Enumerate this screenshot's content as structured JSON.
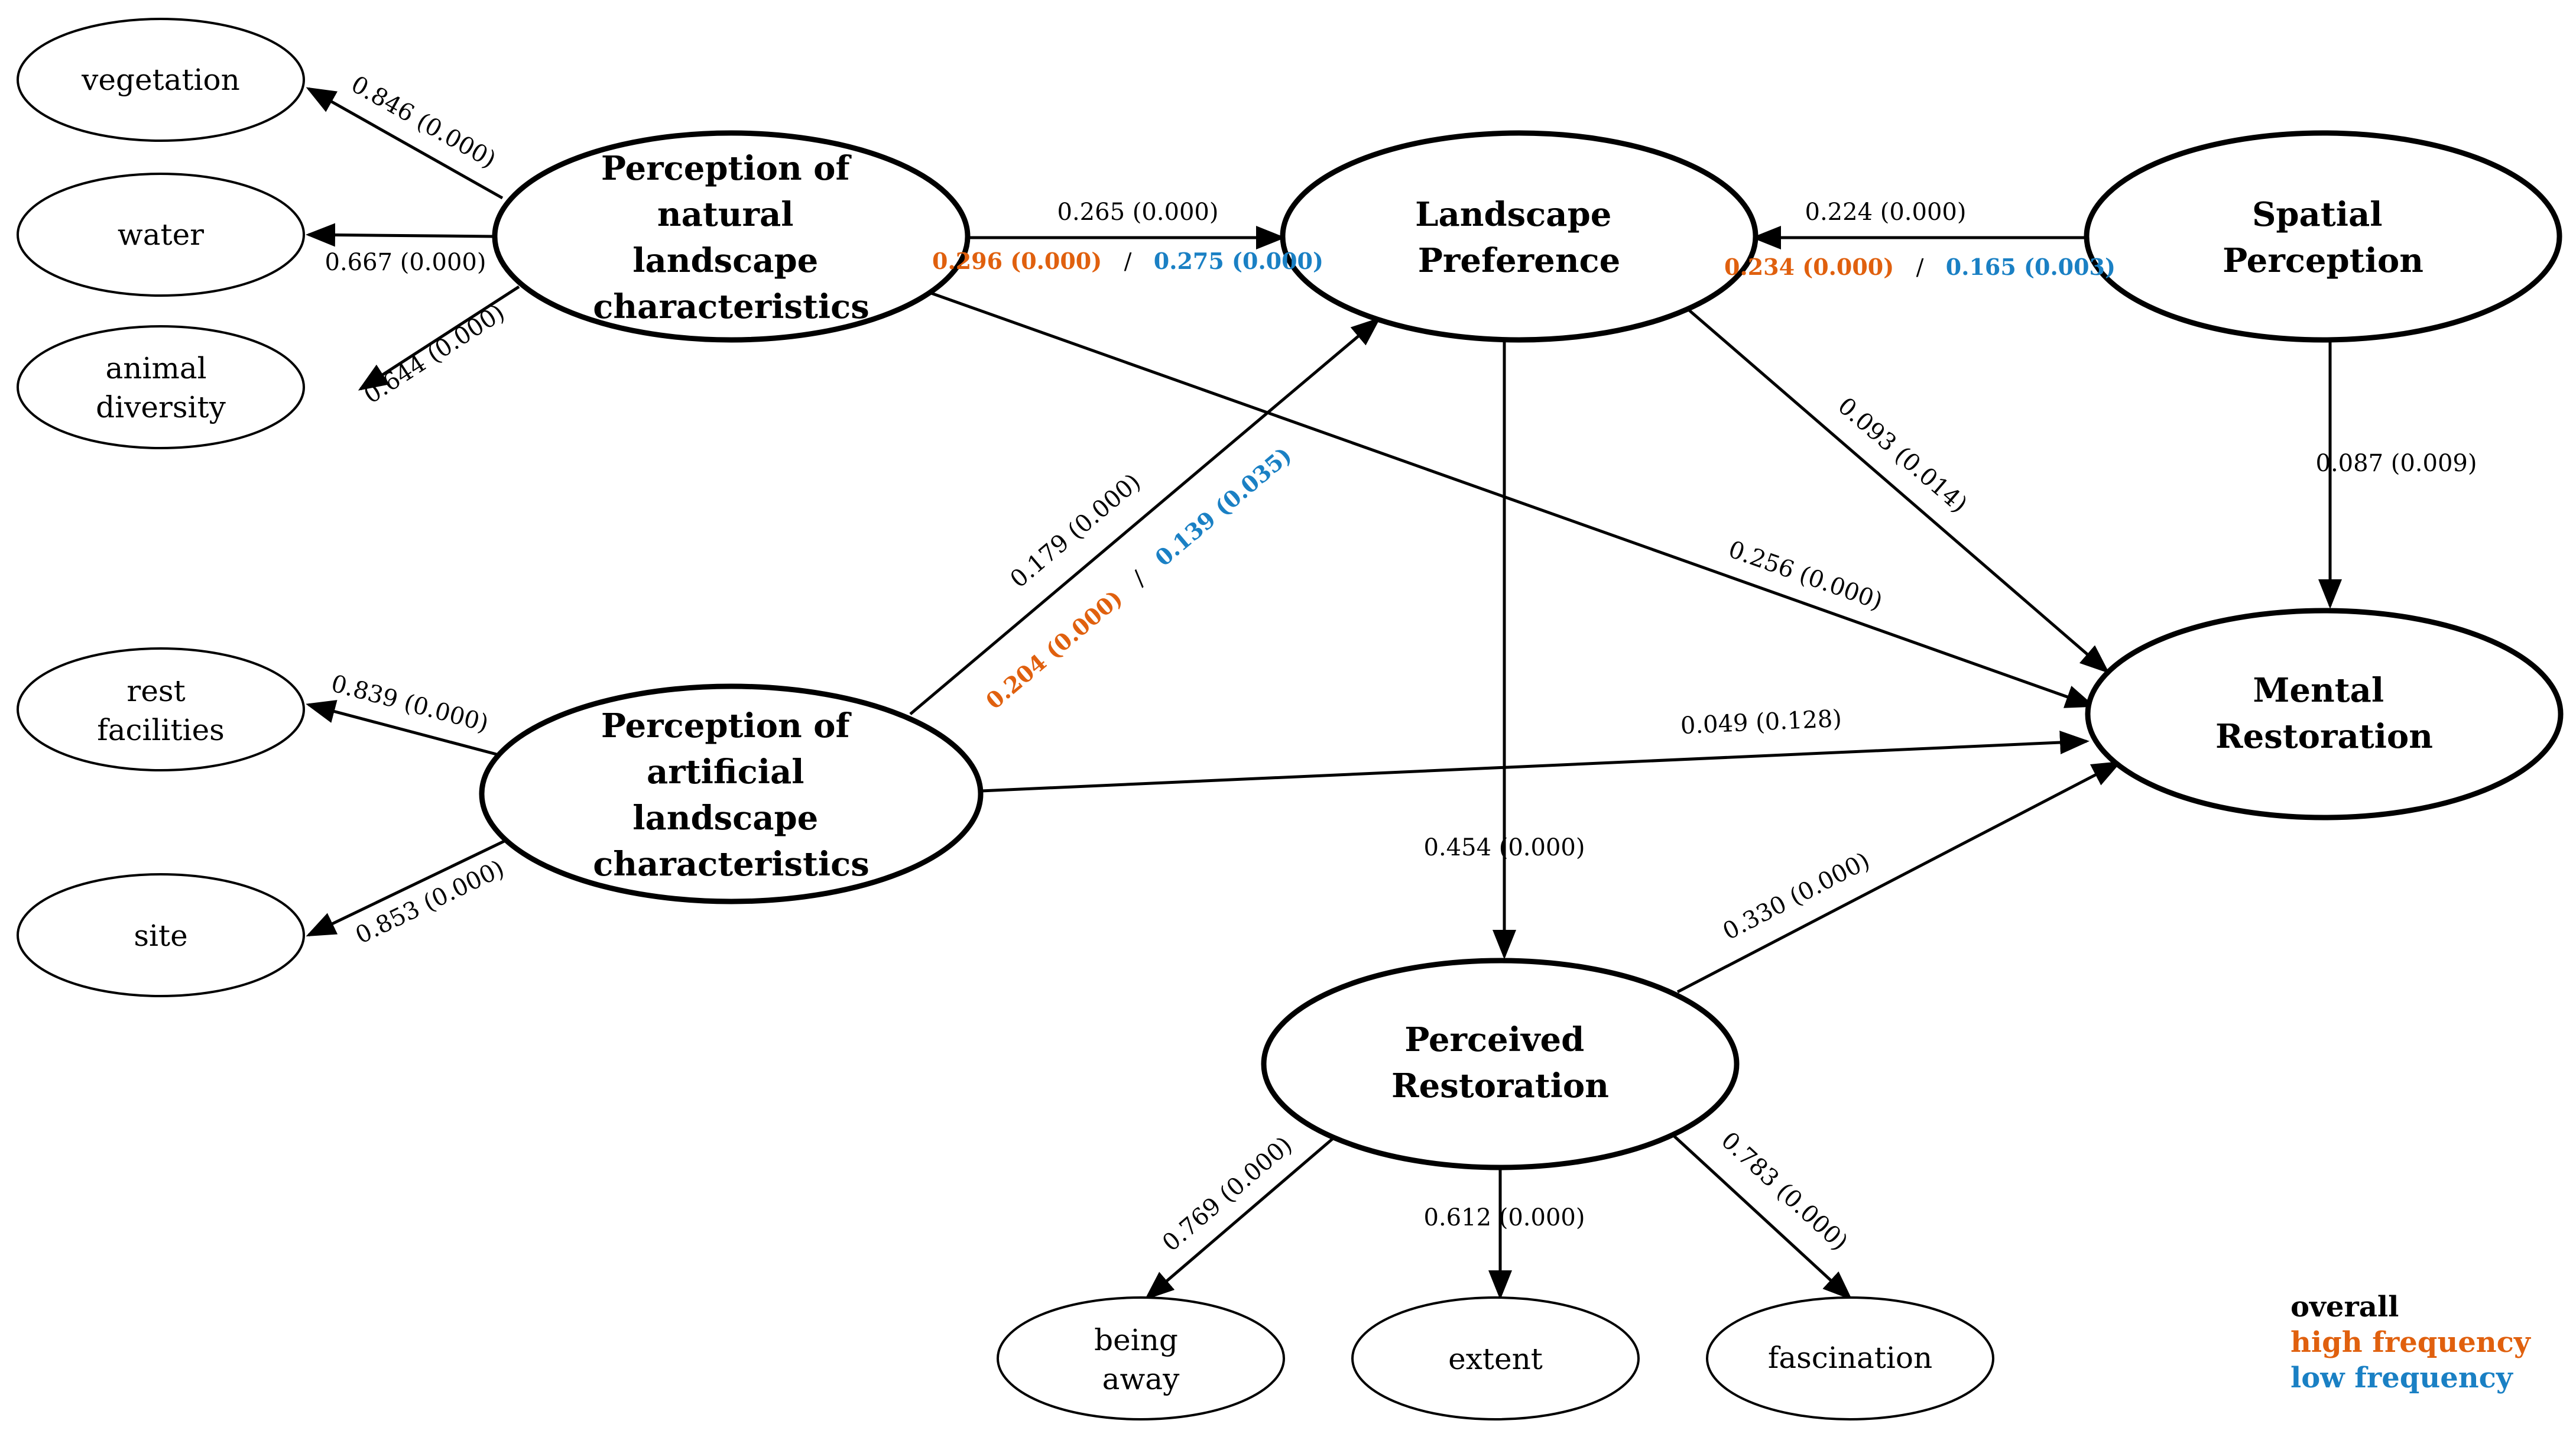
{
  "colors": {
    "overall": "#000000",
    "high_frequency": "#E0600E",
    "low_frequency": "#1A80C4"
  },
  "constructs": {
    "natural": [
      "Perception of",
      "natural",
      "landscape",
      "characteristics"
    ],
    "artificial": [
      "Perception of",
      "artificial",
      "landscape",
      "characteristics"
    ],
    "preference": [
      "Landscape",
      "Preference"
    ],
    "spatial": [
      "Spatial",
      "Perception"
    ],
    "mental": [
      "Mental",
      "Restoration"
    ],
    "perceived": [
      "Perceived",
      "Restoration"
    ]
  },
  "indicators": {
    "vegetation": [
      "vegetation"
    ],
    "water": [
      "water"
    ],
    "animal": [
      "animal",
      "diversity"
    ],
    "rest": [
      "rest",
      "facilities"
    ],
    "site": [
      "site"
    ],
    "being_away": [
      "being",
      "away"
    ],
    "extent": [
      "extent"
    ],
    "fascination": [
      "fascination"
    ]
  },
  "paths": {
    "nat_veg": "0.846 (0.000)",
    "nat_water": "0.667 (0.000)",
    "nat_animal": "0.644 (0.000)",
    "nat_pref": {
      "overall": "0.265 (0.000)",
      "high": "0.296 (0.000)",
      "sep": "/",
      "low": "0.275 (0.000)"
    },
    "spat_pref": {
      "overall": "0.224 (0.000)",
      "high": "0.234 (0.000)",
      "sep": "/",
      "low": "0.165 (0.003)"
    },
    "art_pref": {
      "overall": "0.179 (0.000)",
      "high": "0.204 (0.000)",
      "sep": "/",
      "low": "0.139 (0.035)"
    },
    "pref_mental": "0.093 (0.014)",
    "spat_mental": "0.087 (0.009)",
    "nat_mental": "0.256 (0.000)",
    "art_mental": "0.049 (0.128)",
    "art_rest": "0.839 (0.000)",
    "art_site": "0.853 (0.000)",
    "pref_perc": "0.454 (0.000)",
    "perc_mental": "0.330 (0.000)",
    "perc_away": "0.769 (0.000)",
    "perc_extent": "0.612 (0.000)",
    "perc_fasc": "0.783 (0.000)"
  },
  "legend": {
    "overall": "overall",
    "high": "high frequency",
    "low": "low frequency"
  }
}
